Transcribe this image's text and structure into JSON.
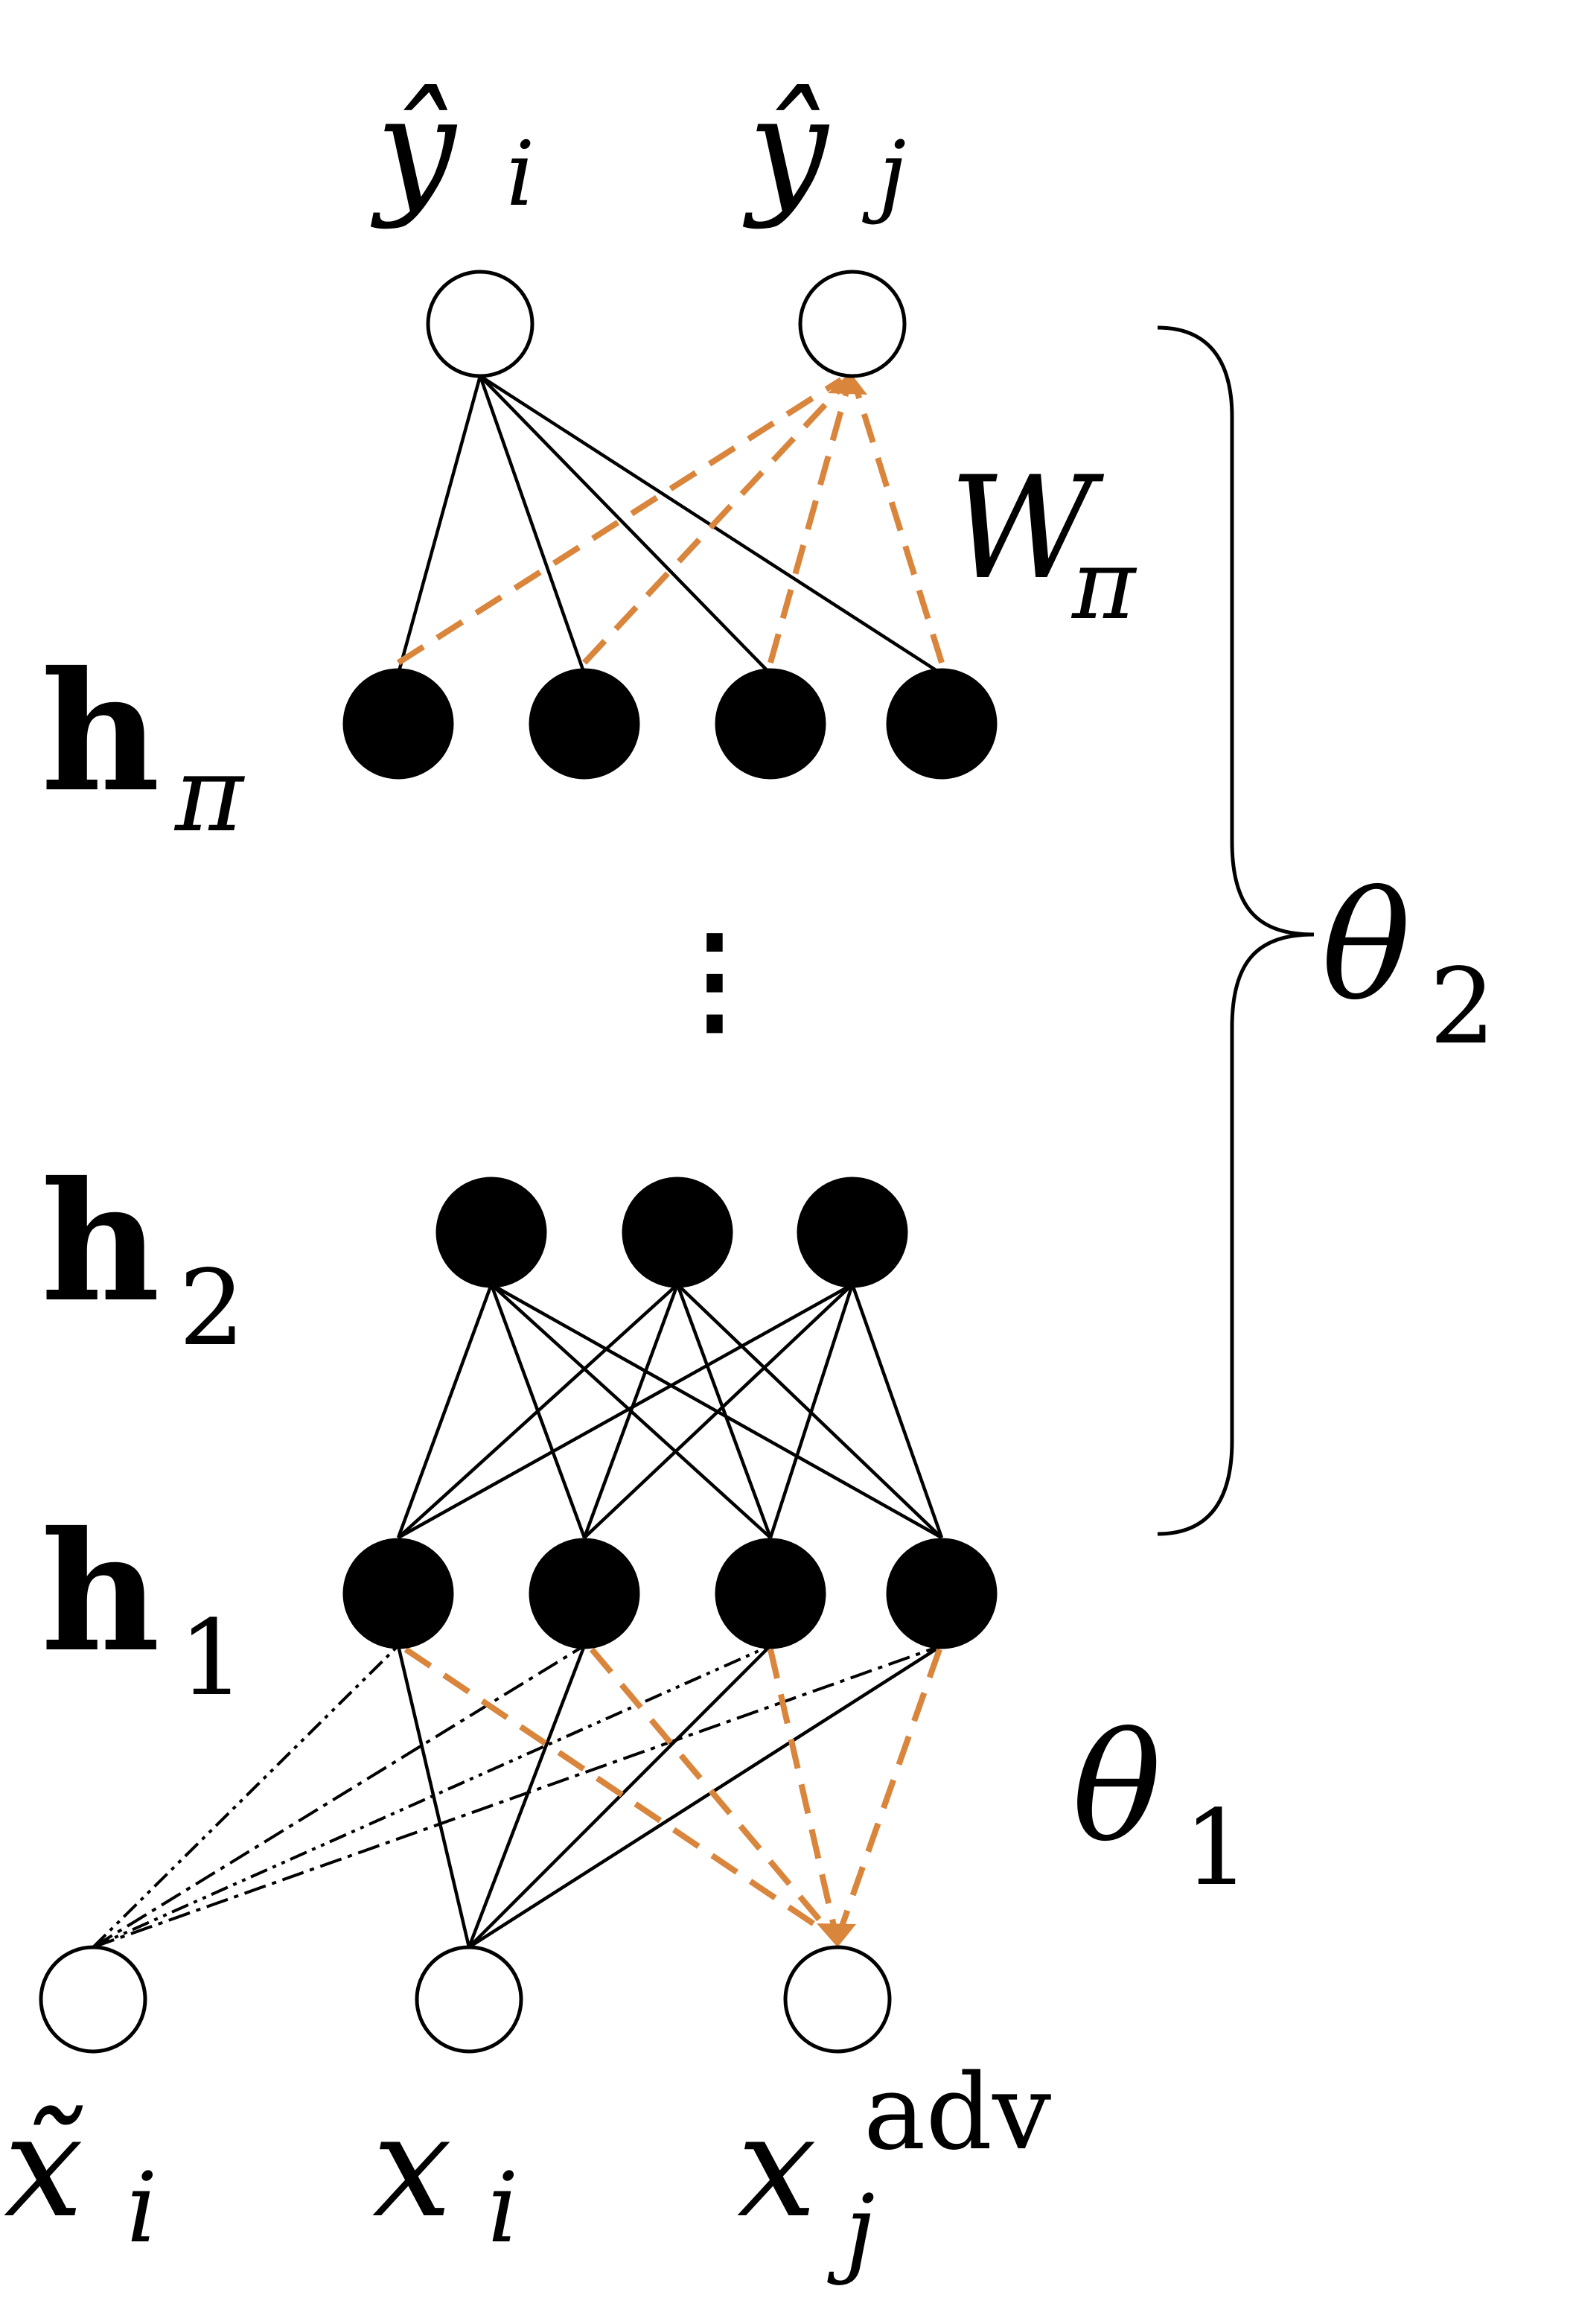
{
  "labels": {
    "y_i": "ŷ",
    "y_i_sub": "i",
    "y_j": "ŷ",
    "y_j_sub": "j",
    "h_pi": "h",
    "h_pi_sub": "π",
    "h_2": "h",
    "h_2_sub": "2",
    "h_1": "h",
    "h_1_sub": "1",
    "w_pi": "W",
    "w_pi_sub": "π",
    "theta_2": "θ",
    "theta_2_sub": "2",
    "theta_1": "θ",
    "theta_1_sub": "1",
    "x_tilde_i": "x̃",
    "x_tilde_i_sub": "i",
    "x_i": "x",
    "x_i_sub": "i",
    "x_adv_j": "x",
    "x_adv_j_sub": "j",
    "x_adv_j_sup": "adv",
    "ellipsis": "⋮"
  },
  "colors": {
    "orange_dashed": "#d9853b",
    "node_filled": "#000000",
    "node_open": "#ffffff"
  },
  "layers": {
    "output_nodes": 2,
    "h_pi_nodes": 4,
    "h_2_nodes": 3,
    "h_1_nodes": 4,
    "input_nodes": 3
  }
}
